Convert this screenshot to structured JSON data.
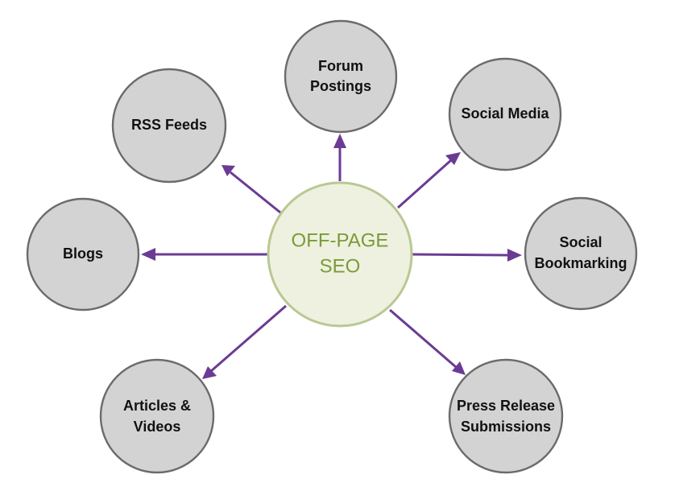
{
  "center": {
    "line1": "OFF-PAGE",
    "line2": "SEO"
  },
  "nodes": {
    "forum": {
      "line1": "Forum",
      "line2": "Postings"
    },
    "rss": {
      "line1": "RSS Feeds"
    },
    "social_media": {
      "line1": "Social Media"
    },
    "blogs": {
      "line1": "Blogs"
    },
    "social_bookmarking": {
      "line1": "Social",
      "line2": "Bookmarking"
    },
    "articles": {
      "line1": "Articles &",
      "line2": "Videos"
    },
    "press": {
      "line1": "Press Release",
      "line2": "Submissions"
    }
  },
  "colors": {
    "arrow": "#6b3b94",
    "node_fill": "#d3d3d3",
    "center_fill": "#eef1df",
    "center_text": "#7a9b3a"
  }
}
